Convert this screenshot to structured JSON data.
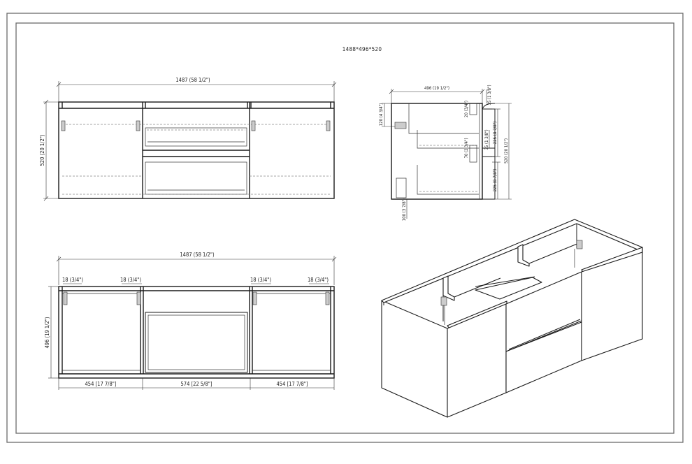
{
  "drawing": {
    "title_dimensions": "1488*496*520",
    "frame": {
      "outer_color": "#6b6b6b",
      "line_color": "#1a1a1a"
    }
  },
  "front_view": {
    "name": "Front elevation",
    "width_label": "1487 (58 1/2\")",
    "height_label": "520 (20 1/2\")"
  },
  "side_view": {
    "name": "Side elevation",
    "depth_label": "496 (19 1/2\")",
    "top_gap_label": "35 (1 3/8\")",
    "total_height_label": "520 (20 1/2\")",
    "upper_drawer_label": "225 (8 7/8\")",
    "lower_drawer_label": "225 (8 7/8\")",
    "drawer_gap_label": "35 (1 3/8\")",
    "upper_offset_label": "20 (3/4\")",
    "mid_offset_label": "70 (2 3/4\")",
    "hinge_offset_label": "120 (4 3/4\")",
    "foot_label": "100 (3 7/8\")"
  },
  "plan_view": {
    "name": "Top plan",
    "width_label": "1487 (58 1/2\")",
    "depth_label": "496 (19 1/2\")",
    "panel_labels": [
      "18 (3/4\")",
      "18 (3/4\")",
      "18 (3/4\")",
      "18 (3/4\")"
    ],
    "section_labels": [
      "454 [17 7/8\"]",
      "574 [22 5/8\"]",
      "454 [17 7/8\"]"
    ]
  },
  "isometric_view": {
    "name": "Isometric view"
  }
}
